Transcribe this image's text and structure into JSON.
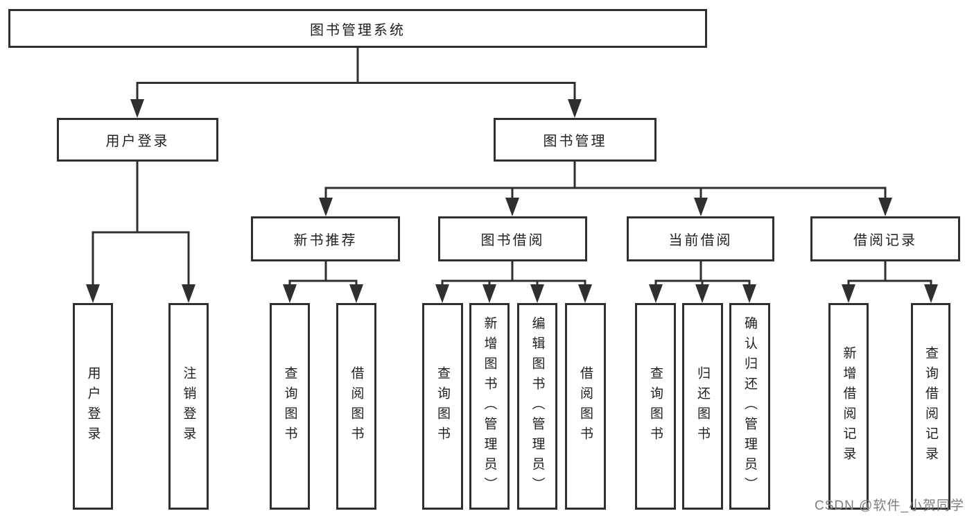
{
  "nodes": {
    "root": "图书管理系统",
    "user_login": "用户登录",
    "book_management": "图书管理",
    "new_book_recommend": "新书推荐",
    "book_borrowing": "图书借阅",
    "current_borrowing": "当前借阅",
    "borrowing_records": "借阅记录",
    "leaf_user_login": "用户登录",
    "leaf_logout": "注销登录",
    "leaf_query_book_1": "查询图书",
    "leaf_borrow_book_1": "借阅图书",
    "leaf_query_book_2": "查询图书",
    "leaf_add_book": "新增图书（管理员）",
    "leaf_edit_book": "编辑图书（管理员）",
    "leaf_borrow_book_2": "借阅图书",
    "leaf_query_book_3": "查询图书",
    "leaf_return_book": "归还图书",
    "leaf_confirm_return": "确认归还（管理员）",
    "leaf_add_borrow_record": "新增借阅记录",
    "leaf_query_borrow_record": "查询借阅记录"
  },
  "hierarchy": {
    "图书管理系统": {
      "用户登录": [
        "用户登录",
        "注销登录"
      ],
      "图书管理": {
        "新书推荐": [
          "查询图书",
          "借阅图书"
        ],
        "图书借阅": [
          "查询图书",
          "新增图书（管理员）",
          "编辑图书（管理员）",
          "借阅图书"
        ],
        "当前借阅": [
          "查询图书",
          "归还图书",
          "确认归还（管理员）"
        ],
        "借阅记录": [
          "新增借阅记录",
          "查询借阅记录"
        ]
      }
    }
  },
  "watermark": {
    "text": "CSDN @软件_小贺同学"
  },
  "colors": {
    "line": "#2f2f2f",
    "text": "#1f1f1f",
    "watermark": "#7e7e7e",
    "background": "#ffffff"
  }
}
